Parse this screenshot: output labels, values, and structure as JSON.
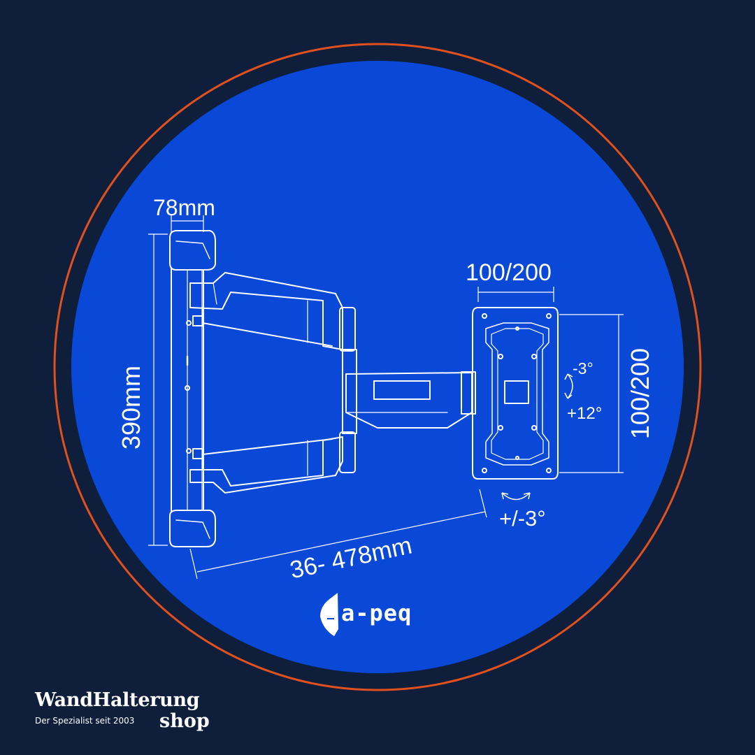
{
  "colors": {
    "background": "#0f1f3b",
    "circle_fill": "#0a48d8",
    "ring": "#e0511e",
    "line": "#ffffff"
  },
  "dimensions": {
    "depth": "78mm",
    "height": "390mm",
    "extension": "36- 478mm",
    "vesa_horizontal": "100/200",
    "vesa_vertical": "100/200",
    "tilt_up": "-3°",
    "tilt_down": "+12°",
    "swivel": "+/-3°"
  },
  "logo": {
    "product_brand": "a-peq"
  },
  "footer": {
    "brand_name": "WandHalterung",
    "brand_shop": "shop",
    "tagline": "Der Spezialist seit 2003"
  },
  "icons": [
    "ring",
    "wall-mount-diagram",
    "brand-logo-icon",
    "tilt-arrow-icon",
    "swivel-arrow-icon"
  ]
}
